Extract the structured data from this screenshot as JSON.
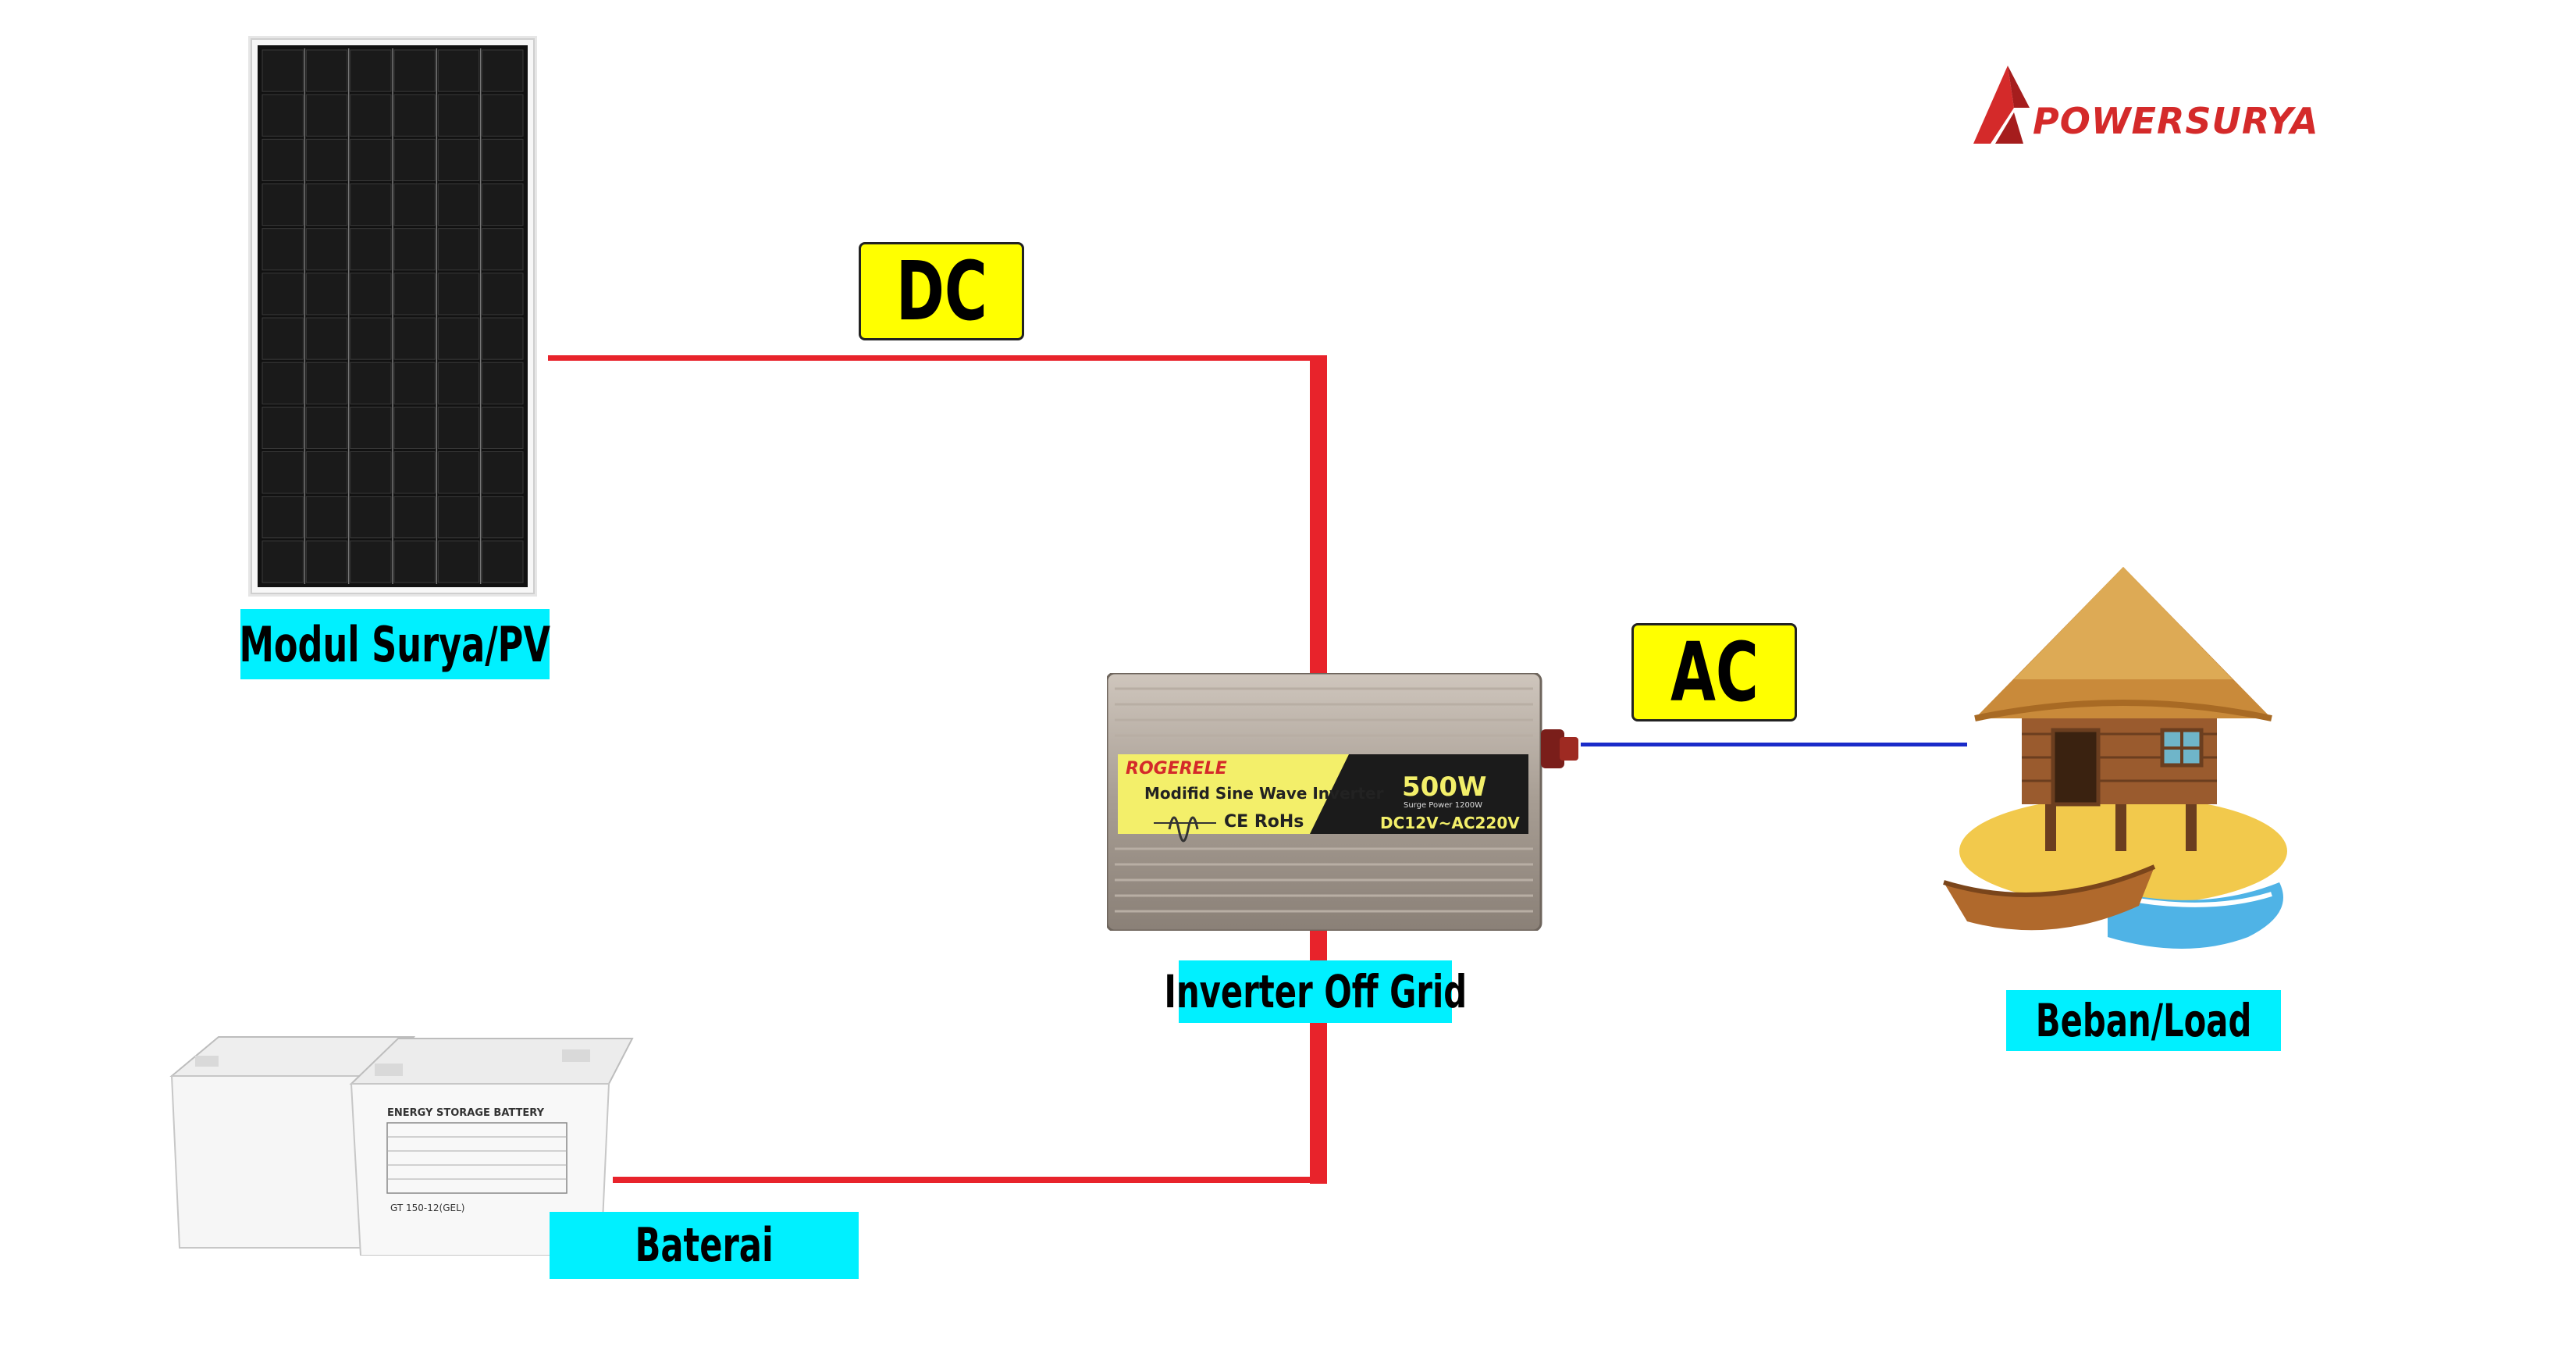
{
  "brand": {
    "logo_text": "POWERSURYA",
    "color": "#d42a2a"
  },
  "tags": {
    "dc": "DC",
    "ac": "AC"
  },
  "components": {
    "pv": {
      "label": "Modul Surya/PV"
    },
    "inverter": {
      "label": "Inverter Off Grid",
      "brand": "ROGERELE",
      "model": "Modifid Sine Wave Inverter",
      "power": "500W",
      "surge": "Surge Power 1200W",
      "voltage": "DC12V~AC220V",
      "cert": "CE RoHs"
    },
    "load": {
      "label": "Beban/Load"
    },
    "battery": {
      "label": "Baterai",
      "title": "ENERGY STORAGE BATTERY",
      "model": "GT 150-12(GEL)"
    }
  },
  "colors": {
    "dc_wire": "#e8232b",
    "ac_wire": "#1a2bc9",
    "label_bg": "#00f0ff",
    "tag_bg": "#ffff00"
  }
}
